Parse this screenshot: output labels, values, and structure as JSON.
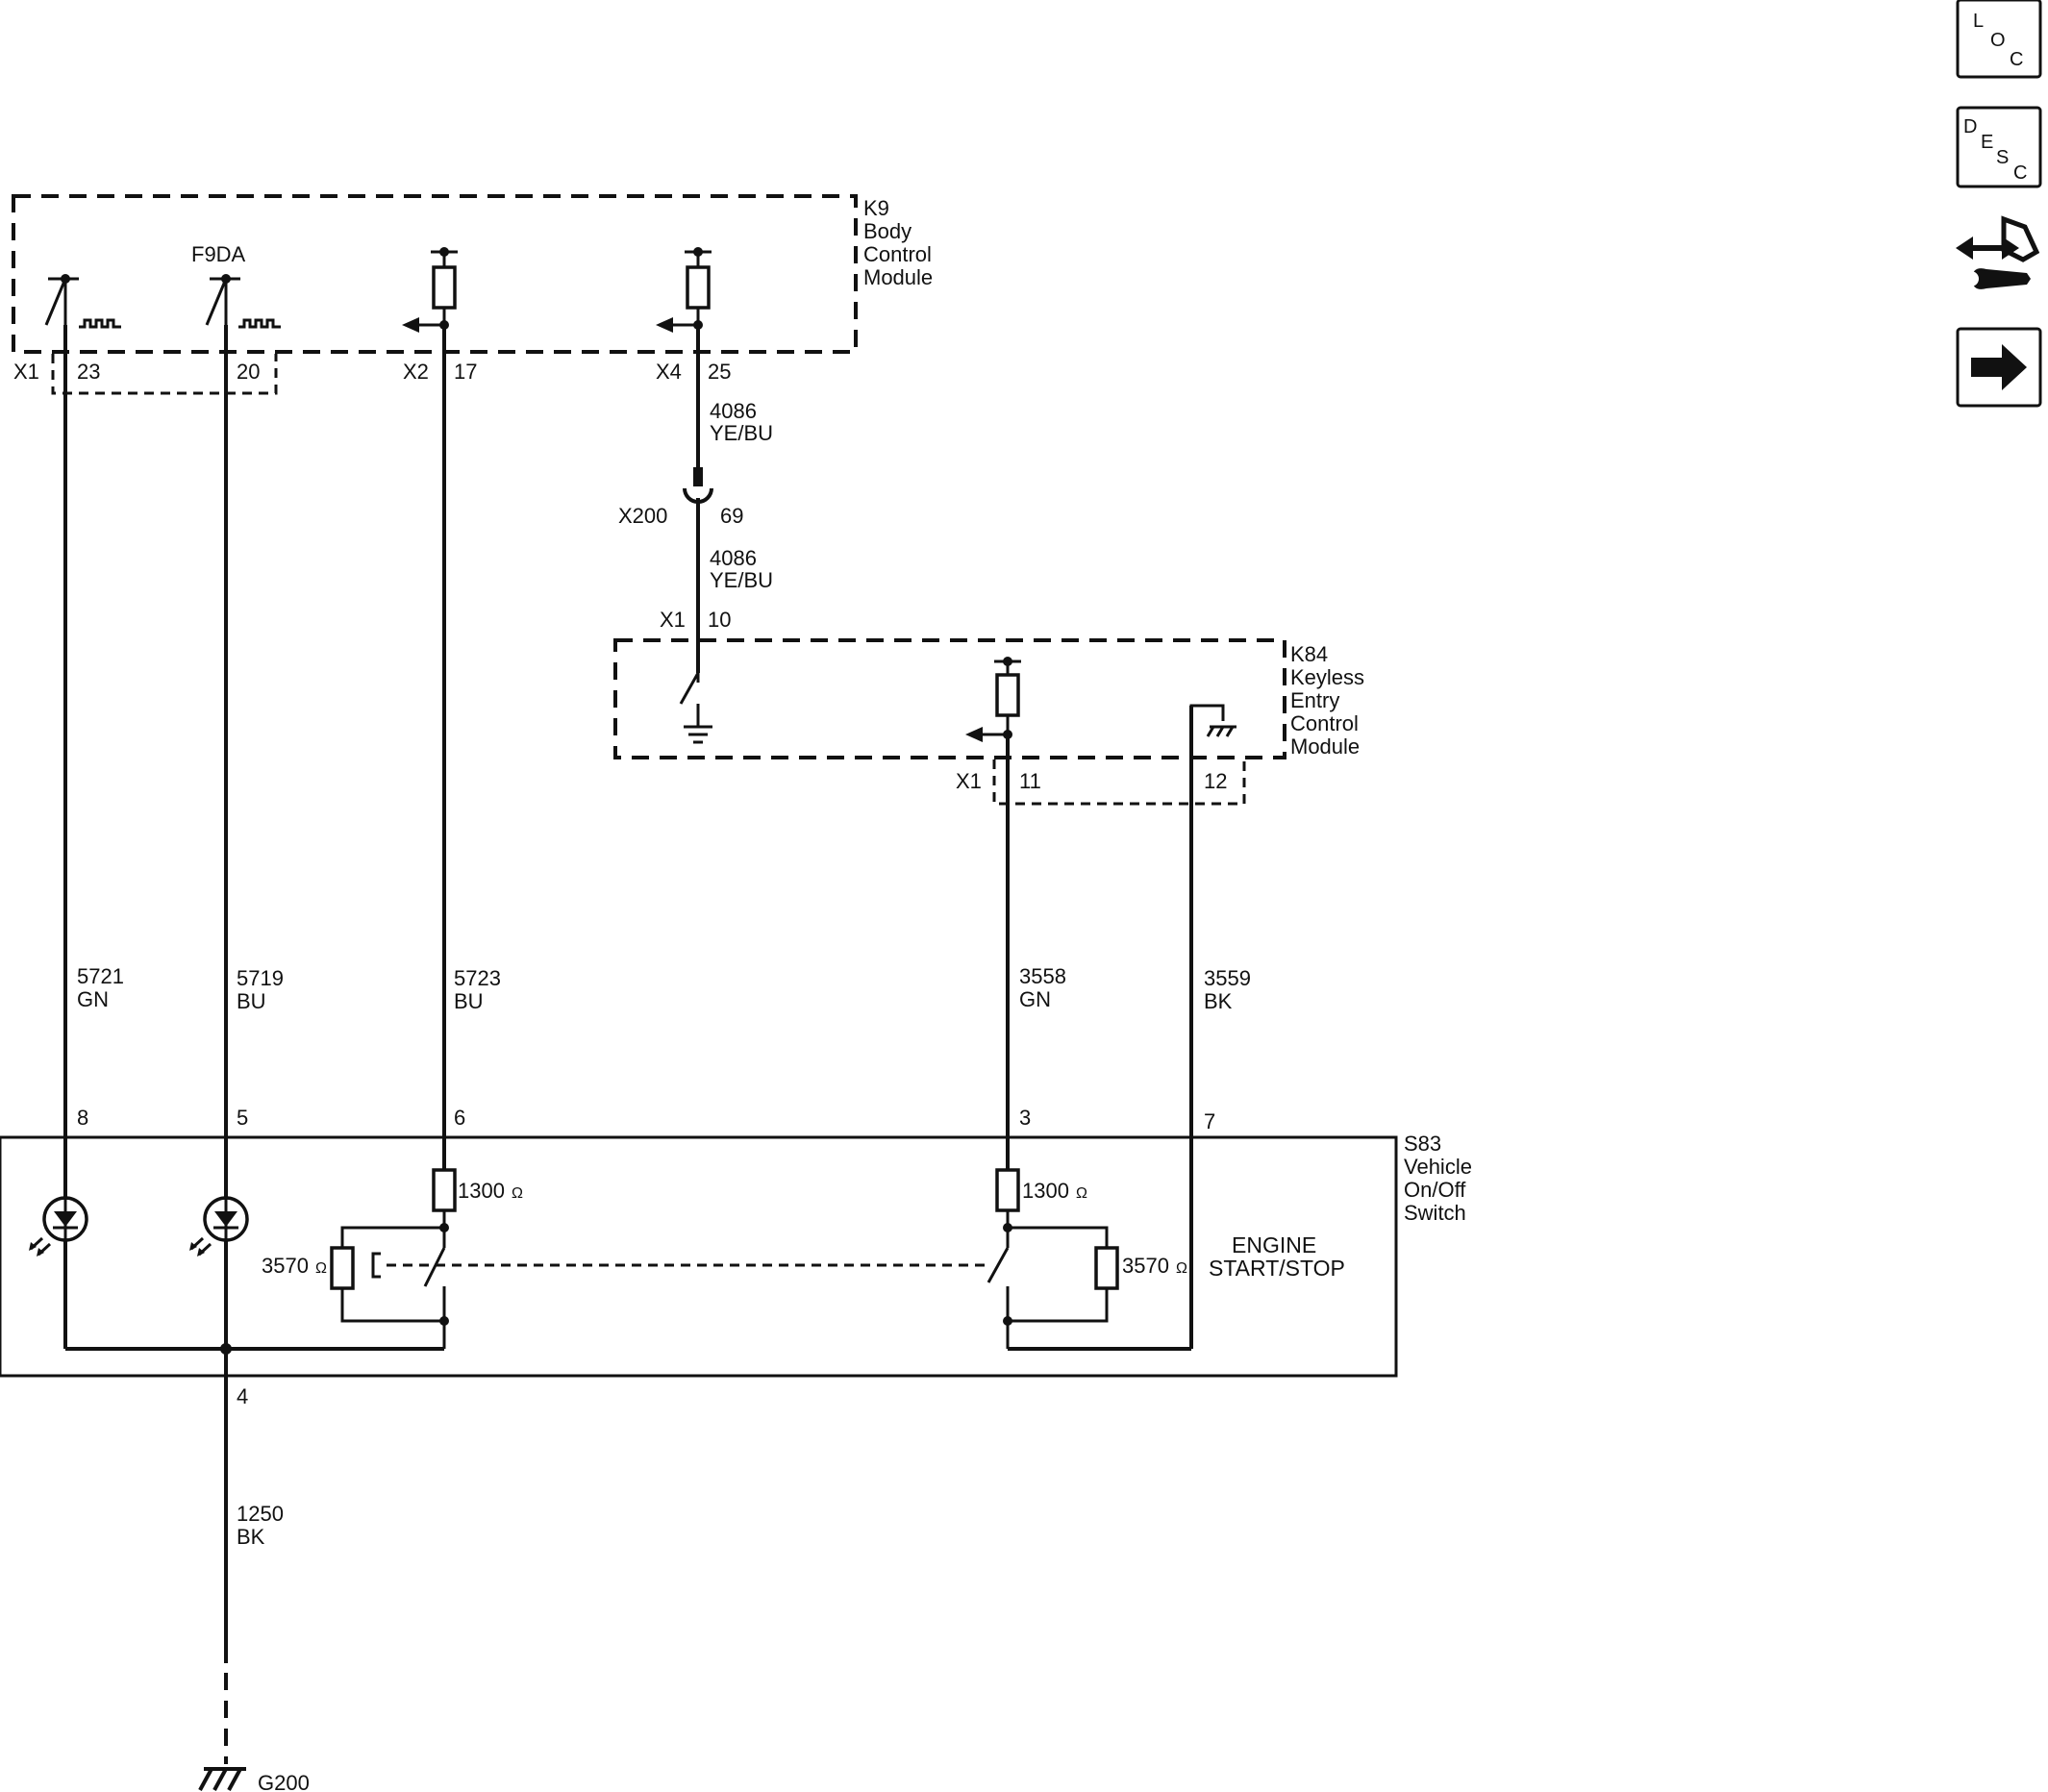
{
  "modules": {
    "k9": {
      "ref": "K9",
      "name_lines": [
        "Body",
        "Control",
        "Module"
      ]
    },
    "k84": {
      "ref": "K84",
      "name_lines": [
        "Keyless",
        "Entry",
        "Control",
        "Module"
      ]
    },
    "s83": {
      "ref": "S83",
      "name_lines": [
        "Vehicle",
        "On/Off",
        "Switch"
      ]
    }
  },
  "k9_pins": {
    "f9da_label": "F9DA",
    "x1": {
      "connector": "X1",
      "pin_a": "23",
      "pin_b": "20"
    },
    "x2": {
      "connector": "X2",
      "pin": "17"
    },
    "x4": {
      "connector": "X4",
      "pin": "25"
    }
  },
  "inline_connector": {
    "ref": "X200",
    "pin": "69"
  },
  "k84_pins": {
    "x1_top": {
      "connector": "X1",
      "pin": "10"
    },
    "x1_bottom": {
      "connector": "X1",
      "pin_a": "11",
      "pin_b": "12"
    }
  },
  "wires": {
    "w4086_upper": {
      "circuit": "4086",
      "color": "YE/BU"
    },
    "w4086_lower": {
      "circuit": "4086",
      "color": "YE/BU"
    },
    "w5721": {
      "circuit": "5721",
      "color": "GN"
    },
    "w5719": {
      "circuit": "5719",
      "color": "BU"
    },
    "w5723": {
      "circuit": "5723",
      "color": "BU"
    },
    "w3558": {
      "circuit": "3558",
      "color": "GN"
    },
    "w3559": {
      "circuit": "3559",
      "color": "BK"
    },
    "w1250": {
      "circuit": "1250",
      "color": "BK"
    }
  },
  "s83_pins": {
    "p8": "8",
    "p5": "5",
    "p6": "6",
    "p3": "3",
    "p7": "7",
    "p4": "4"
  },
  "resistors": {
    "left_series": "1300",
    "left_shunt": "3570",
    "right_series": "1300",
    "right_shunt": "3570",
    "unit": "Ω"
  },
  "switch_label_lines": [
    "ENGINE",
    "START/STOP"
  ],
  "ground": {
    "ref": "G200"
  },
  "nav_buttons": {
    "loc": [
      "L",
      "O",
      "C"
    ],
    "desc": [
      "D",
      "E",
      "S",
      "C"
    ]
  }
}
